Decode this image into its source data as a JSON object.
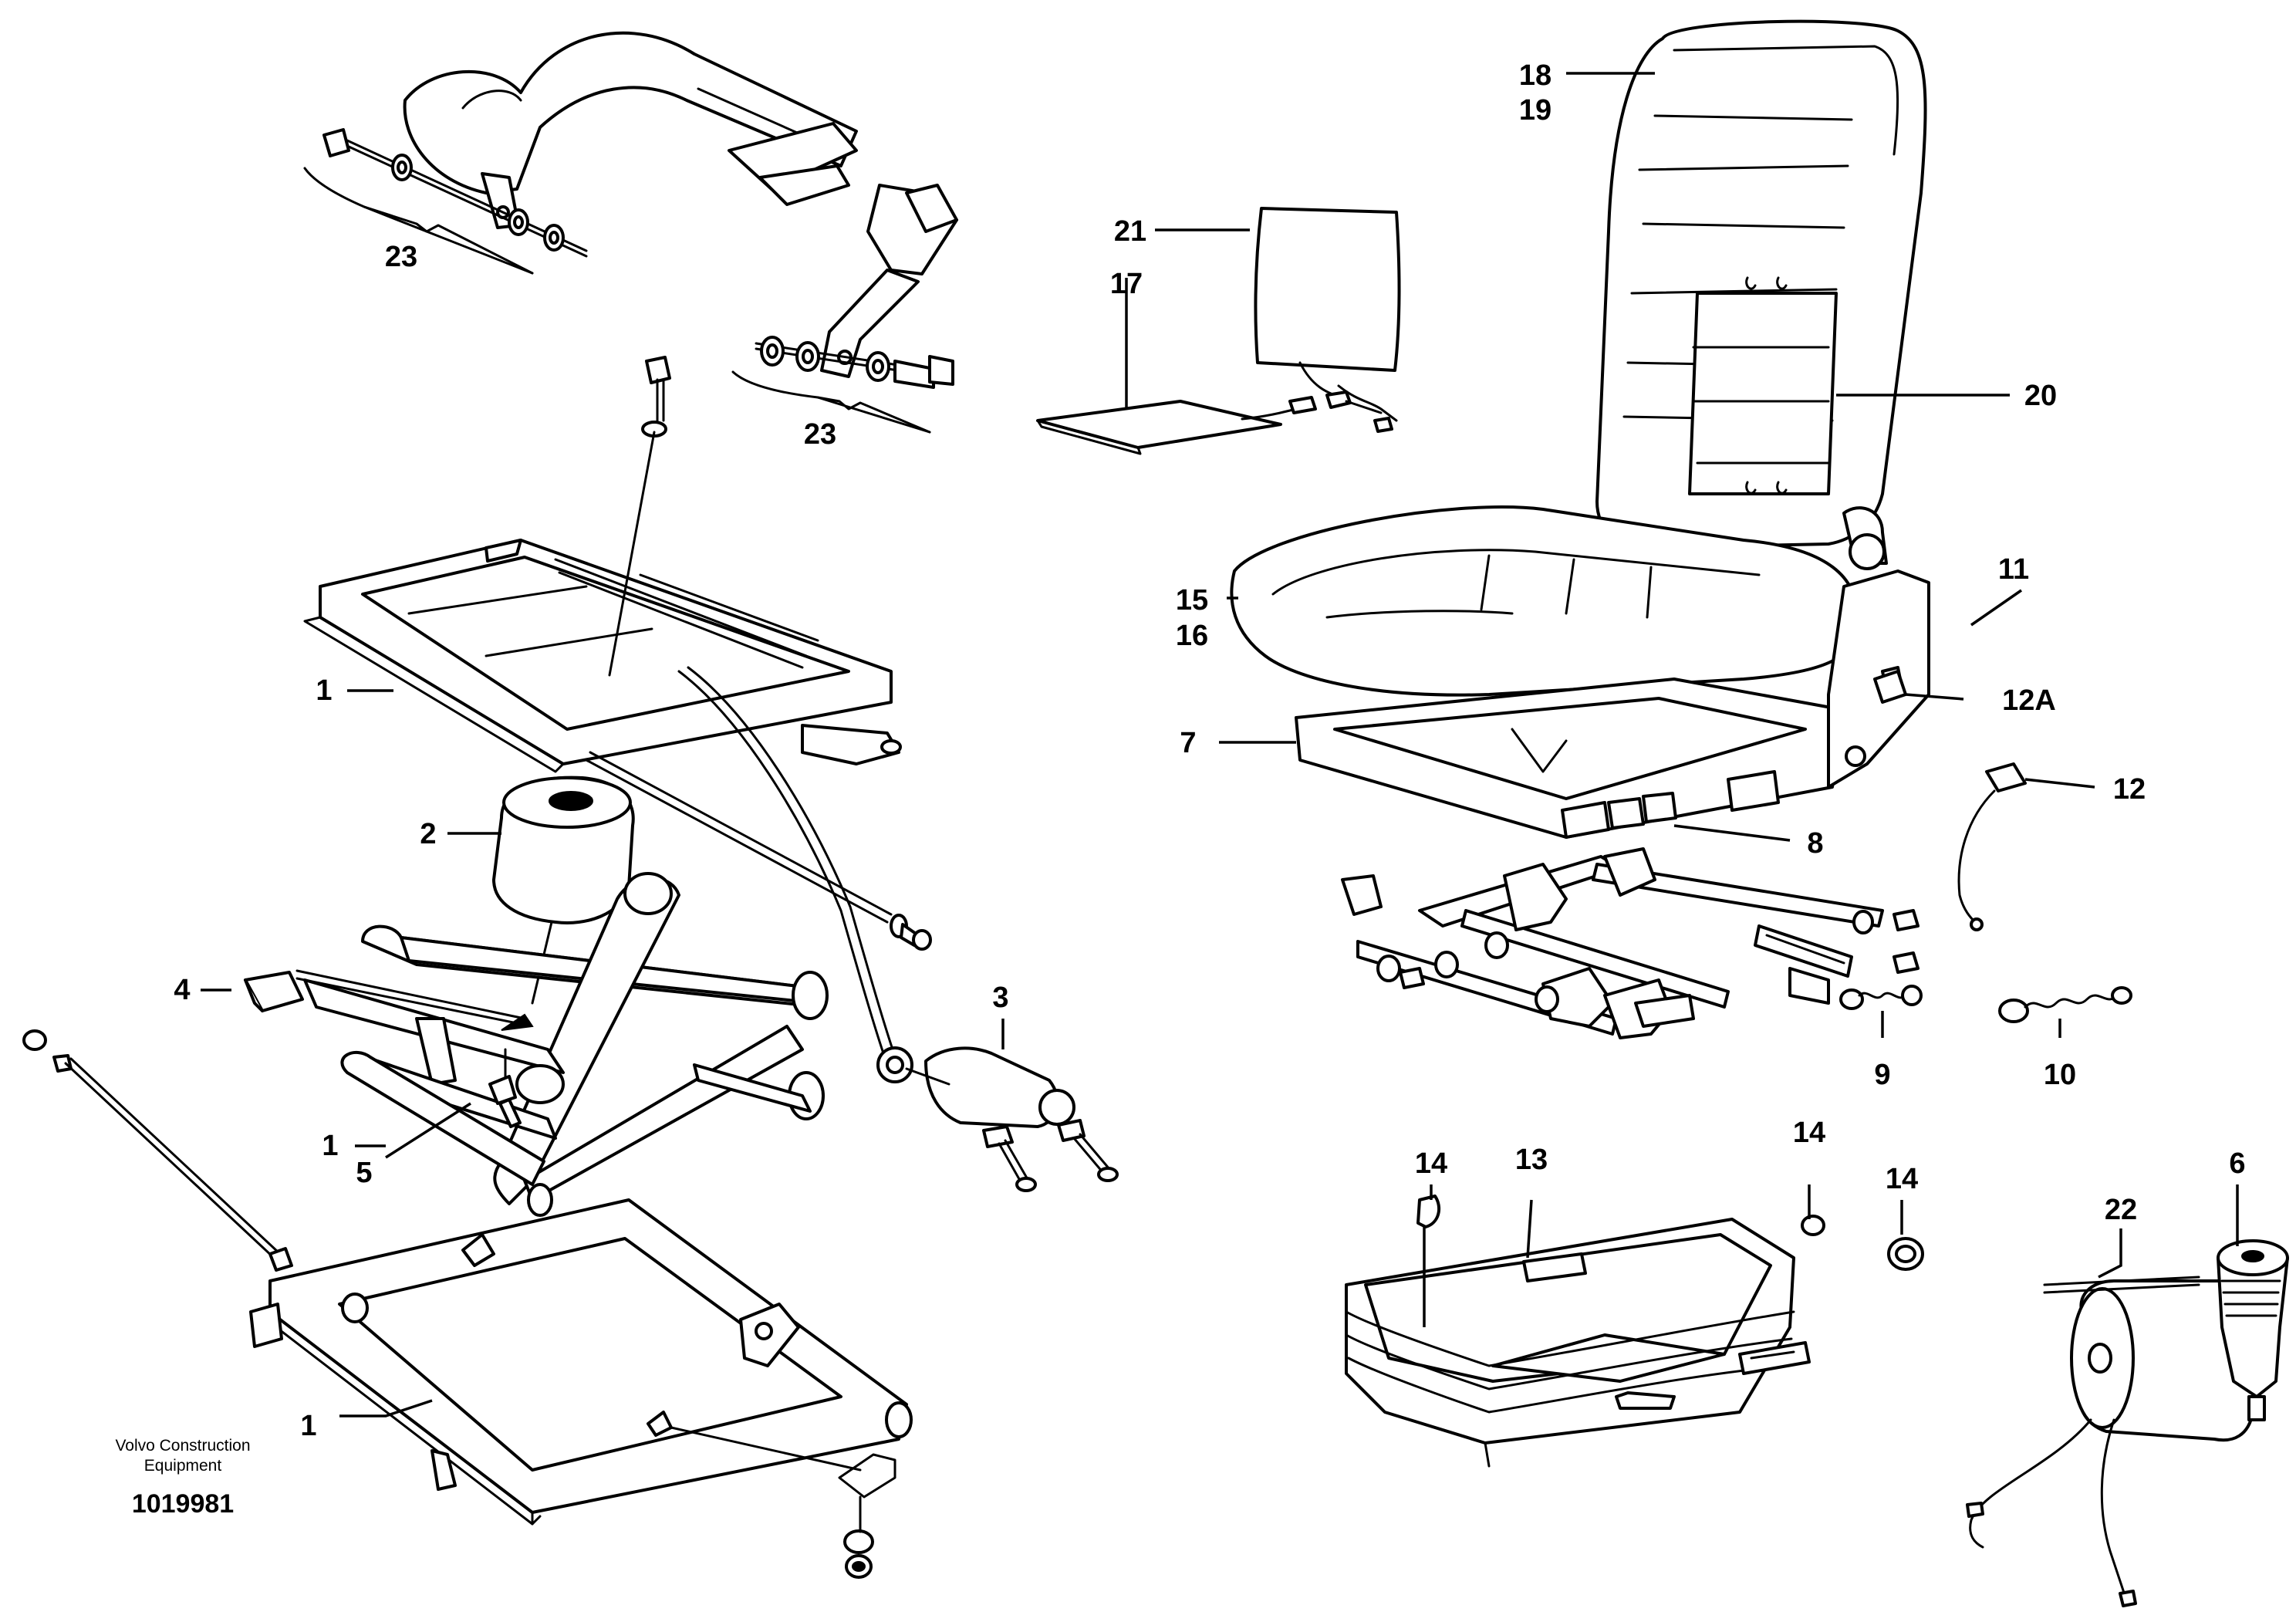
{
  "colors": {
    "ink": "#000000",
    "paper": "#ffffff"
  },
  "callouts": {
    "c1a": "1",
    "c1b": "1",
    "c1c": "1",
    "c2": "2",
    "c3": "3",
    "c4": "4",
    "c5": "5",
    "c6": "6",
    "c7": "7",
    "c8": "8",
    "c9": "9",
    "c10": "10",
    "c11": "11",
    "c12": "12",
    "c12a": "12A",
    "c13": "13",
    "c14a": "14",
    "c14b": "14",
    "c14c": "14",
    "c15": "15",
    "c16": "16",
    "c17": "17",
    "c18": "18",
    "c19": "19",
    "c20": "20",
    "c21": "21",
    "c22": "22",
    "c23a": "23",
    "c23b": "23"
  },
  "footer": {
    "company_line1": "Volvo Construction",
    "company_line2": "Equipment",
    "doc_number": "1019981"
  }
}
